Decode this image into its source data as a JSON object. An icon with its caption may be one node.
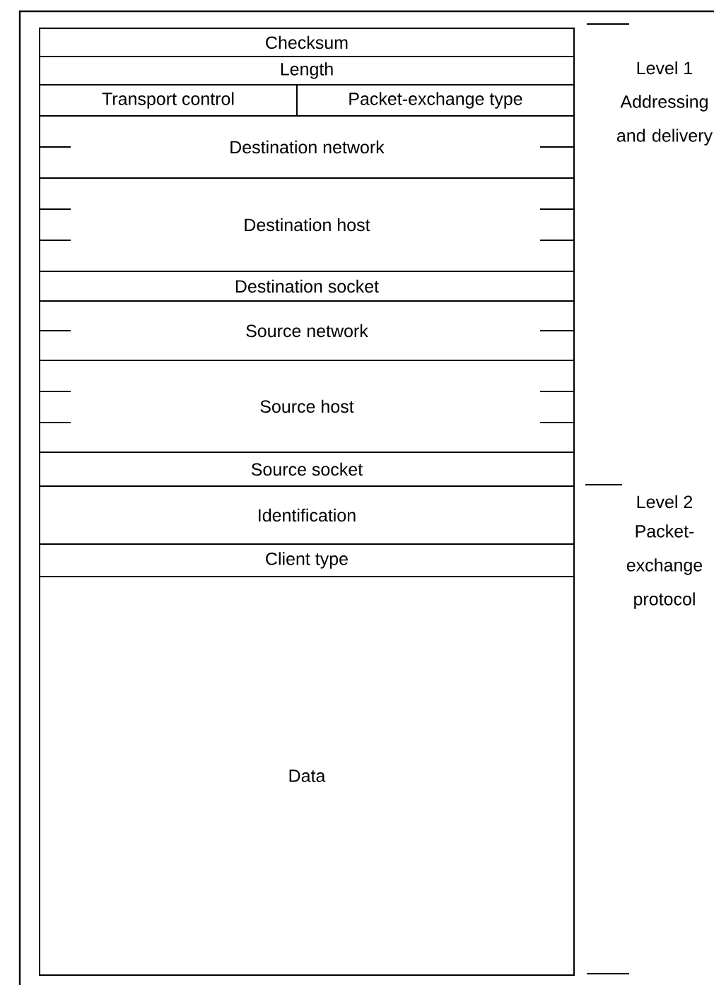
{
  "diagram": {
    "nodes": [
      {
        "text": [
          "Checksum"
        ]
      },
      {
        "text": [
          "Length"
        ]
      },
      {
        "text": [
          "Transport control"
        ]
      },
      {
        "text": [
          "Packet-exchange type"
        ]
      },
      {
        "text": [
          "Destination network"
        ]
      },
      {
        "text": [
          "Destination host"
        ]
      },
      {
        "text": [
          "Destination socket"
        ]
      },
      {
        "text": [
          "Source network"
        ]
      },
      {
        "text": [
          "Source host"
        ]
      },
      {
        "text": [
          "Source socket"
        ]
      },
      {
        "text": [
          "Identification"
        ]
      },
      {
        "text": [
          "Client type"
        ]
      },
      {
        "text": [
          "Data"
        ]
      }
    ],
    "labels": [
      "Level 1",
      "Addressing and delivery",
      "Level 2",
      "Packet-exchange protocol"
    ]
  }
}
